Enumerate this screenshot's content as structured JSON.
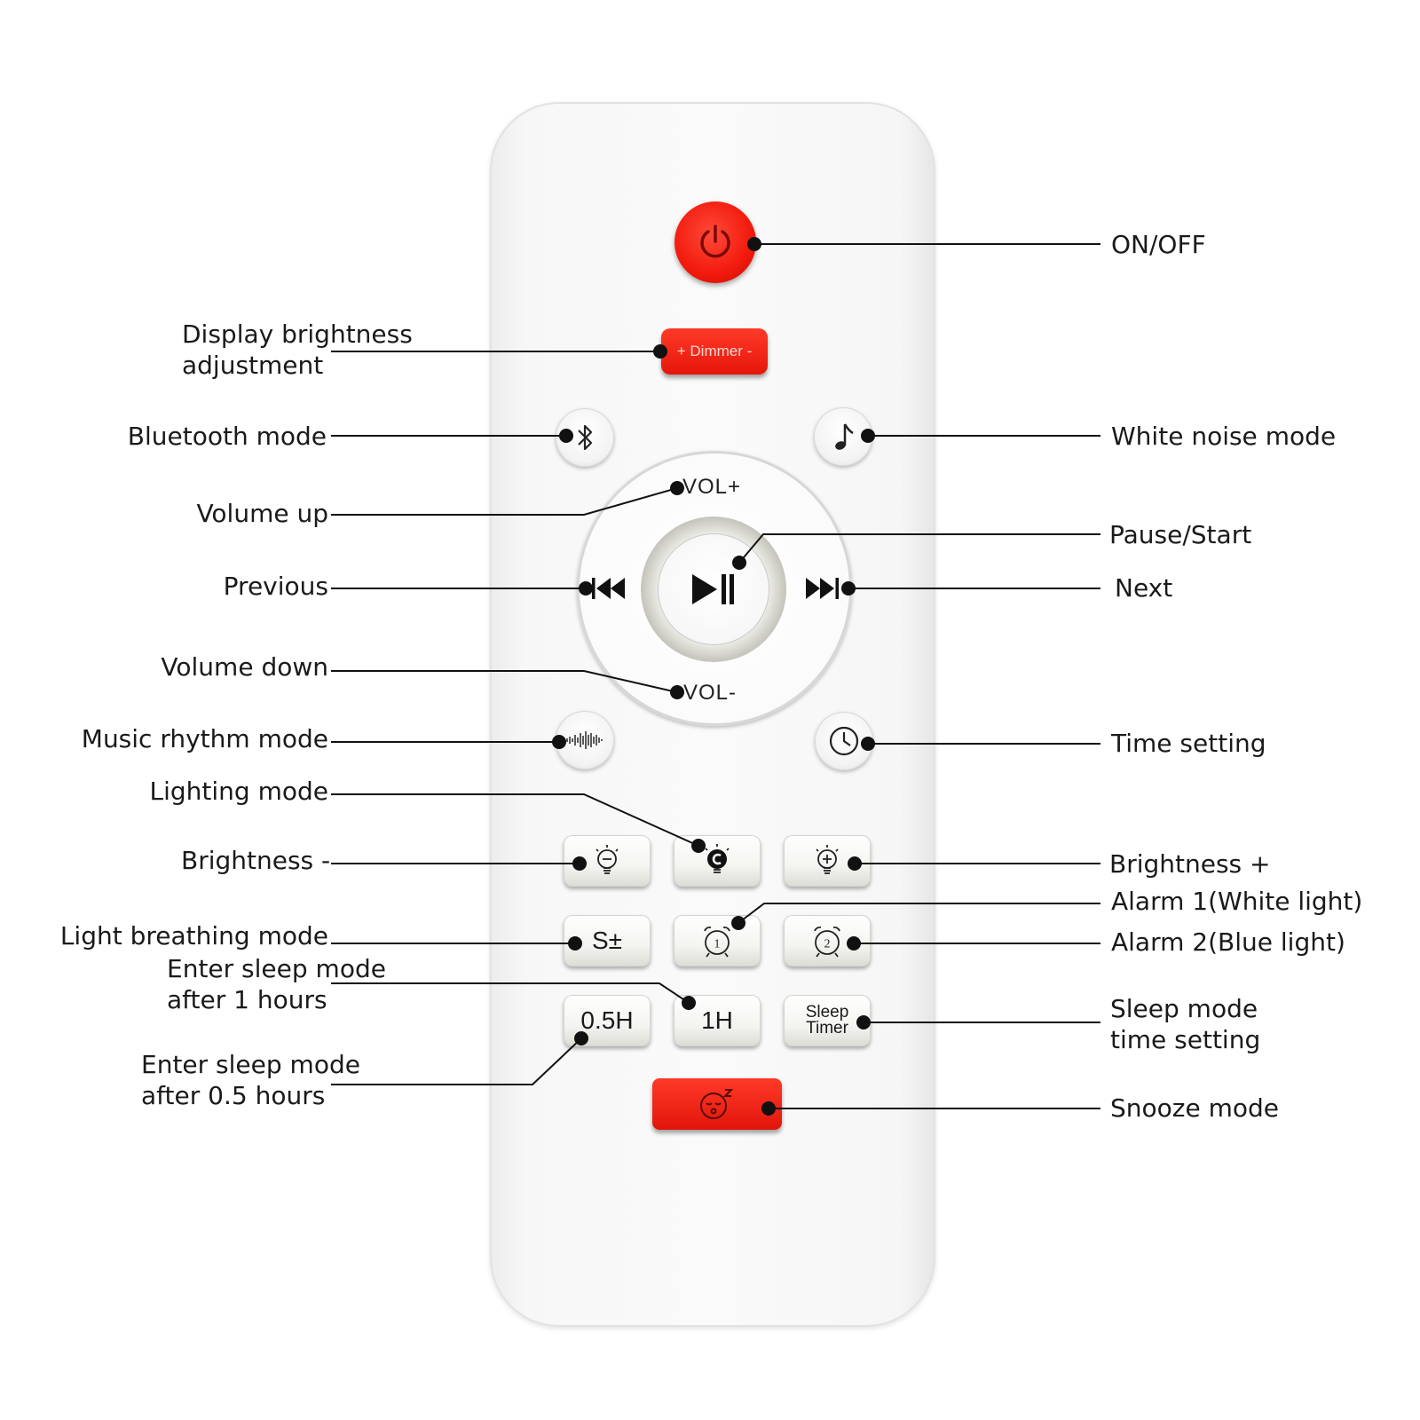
{
  "remote": {
    "dimmer_label": "+ Dimmer -",
    "vol_up_label": "VOL+",
    "vol_down_label": "VOL-",
    "s_plus_minus_label": "S±",
    "half_hour_label": "0.5H",
    "one_hour_label": "1H",
    "sleep_timer_line1": "Sleep",
    "sleep_timer_line2": "Timer",
    "alarm1_number": "1",
    "alarm2_number": "2",
    "power_color": "#f21a0c",
    "body_color": "#f7f7f7"
  },
  "labels": {
    "on_off": "ON/OFF",
    "display_brightness_line1": "Display brightness",
    "display_brightness_line2": "adjustment",
    "bluetooth_mode": "Bluetooth mode",
    "white_noise_mode": "White noise mode",
    "volume_up": "Volume up",
    "pause_start": "Pause/Start",
    "previous": "Previous",
    "next": "Next",
    "volume_down": "Volume down",
    "music_rhythm_mode": "Music rhythm mode",
    "time_setting": "Time setting",
    "lighting_mode": "Lighting mode",
    "brightness_minus": "Brightness -",
    "brightness_plus": "Brightness +",
    "alarm1": "Alarm 1(White light)",
    "light_breathing_mode": "Light breathing mode",
    "alarm2": "Alarm 2(Blue light)",
    "sleep_1h_line1": "Enter sleep mode",
    "sleep_1h_line2": "after 1 hours",
    "sleep_time_setting_line1": "Sleep mode",
    "sleep_time_setting_line2": "time setting",
    "sleep_05h_line1": "Enter sleep mode",
    "sleep_05h_line2": "after 0.5 hours",
    "snooze_mode": "Snooze mode"
  }
}
